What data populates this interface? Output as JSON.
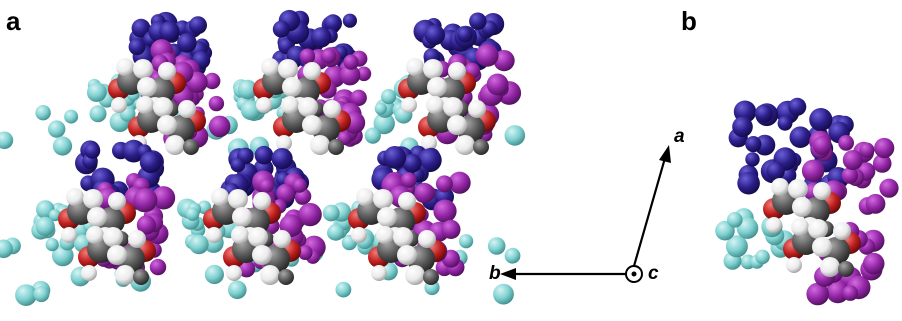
{
  "figure": {
    "panel_a_label": "a",
    "panel_b_label": "b",
    "axes": {
      "a_label": "a",
      "b_label": "b",
      "c_label": "c"
    },
    "colors": {
      "blue_chain": "#2b1e8a",
      "purple_chain": "#9326a6",
      "cyan_chain": "#7ed0d0",
      "carbon": "#5a5a5a",
      "oxygen": "#c0201e",
      "hydrogen": "#f2f2f2"
    }
  }
}
